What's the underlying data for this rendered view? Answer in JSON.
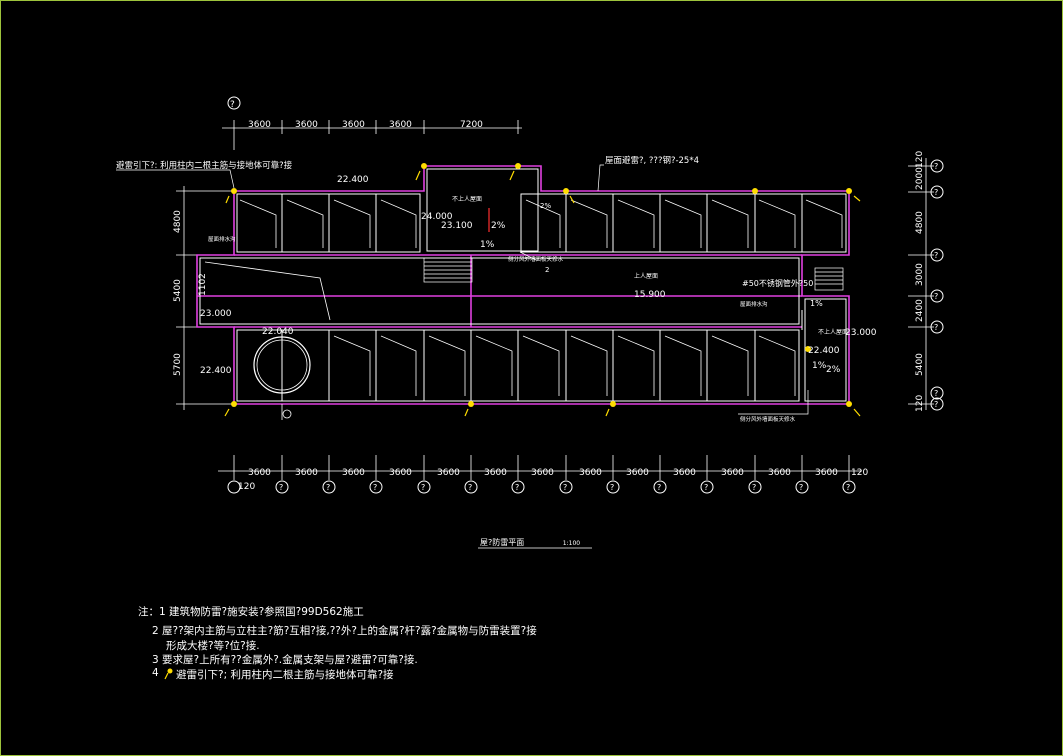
{
  "drawing": {
    "title": "屋?防雷平面",
    "scale": "1:100",
    "top_dims": [
      "3600",
      "3600",
      "3600",
      "3600",
      "7200"
    ],
    "bottom_dims": [
      "3600",
      "3600",
      "3600",
      "3600",
      "3600",
      "3600",
      "3600",
      "3600",
      "3600",
      "3600",
      "3600",
      "3600",
      "3600"
    ],
    "bottom_edge_dim": "120",
    "bottom_left_dim": "120",
    "right_dims": [
      "2000",
      "4800",
      "3000",
      "2400",
      "5400"
    ],
    "right_top_dim": "120",
    "right_bottom_dim": "120",
    "left_dims": [
      "4800",
      "5400",
      "5700"
    ],
    "left_small_dim": "1102",
    "axis_symbol": "?",
    "labels": {
      "down_conductor": "避雷引下?: 利用柱内二根主筋与接地体可靠?接",
      "roof_note": "屋面避雷?, ???钢?-25*4",
      "elev_22400_a": "22.400",
      "elev_24000": "24.000",
      "elev_23100": "23.100",
      "elev_23000": "23.000",
      "elev_22040": "22.040",
      "elev_22400_b": "22.400",
      "elev_15900": "15.900",
      "elev_22400_c": "22.400",
      "elev_23000_r": "23.000",
      "slope_2_a": "2%",
      "slope_1_a": "1%",
      "slope_2_b": "2%",
      "slope_1_b": "1%",
      "slope_1_c": "1%",
      "slope_2_c": "2%",
      "pipe_note": "#50不锈钢管外?50",
      "roof_a": "上人屋面",
      "roof_b": "不上人屋面",
      "roof_c": "不上人屋面",
      "small_note_1": "侧分风外墙面板天修水",
      "small_note_2": "侧分风外墙面板天修水",
      "small_note_3": "屋面排水沟",
      "small_note_4": "屋面排水沟",
      "tag_1": "2%",
      "tag_2": "2"
    }
  },
  "notes": {
    "line1": "注：1  建筑物防雷?施安装?参照国?99D562施工",
    "line2": "2  屋??架内主筋与立柱主?筋?互相?接,??外?上的金属?杆?露?金属物与防雷装置?接",
    "line2b": "形成大楼?等?位?接.",
    "line3": "3  要求屋?上所有??金属外?.金属支架与屋?避雷?可靠?接.",
    "line4_num": "4",
    "line4": "避雷引下?; 利用柱内二根主筋与接地体可靠?接"
  }
}
